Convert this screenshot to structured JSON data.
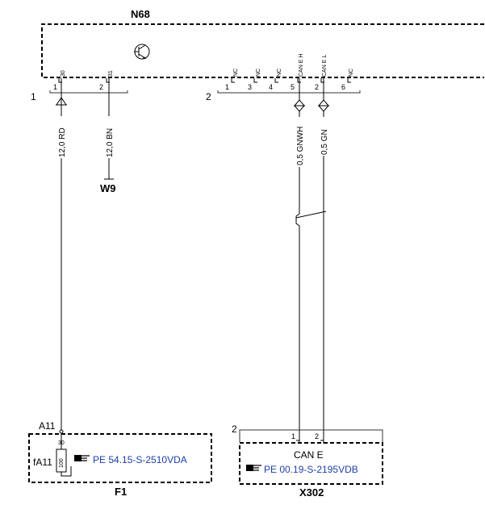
{
  "title": "N68",
  "connectors": {
    "c1": {
      "label": "1",
      "pins": [
        {
          "num": "1",
          "name": "30"
        },
        {
          "num": "2",
          "name": "31"
        }
      ]
    },
    "c2": {
      "label": "2",
      "pins": [
        {
          "num": "1",
          "name": "NC"
        },
        {
          "num": "3",
          "name": "NC"
        },
        {
          "num": "4",
          "name": "NC"
        },
        {
          "num": "5",
          "name": "CAN E H"
        },
        {
          "num": "2",
          "name": "CAN E L"
        },
        {
          "num": "6",
          "name": "NC"
        }
      ]
    }
  },
  "wires": {
    "w1": "12,0 RD",
    "w2": "12,0 BN",
    "w3": "0,5 GNWH",
    "w4": "0,5 GN"
  },
  "ground": "W9",
  "f1": {
    "label": "F1",
    "node": "A11",
    "fuse_name": "fA11",
    "fuse_value": "100",
    "pin": "30",
    "ref_icon": "hand-pointer-icon",
    "ref": "PE 54.15-S-2510VDA"
  },
  "x302": {
    "label": "X302",
    "connector_label": "2",
    "pins": [
      "1",
      "2"
    ],
    "name": "CAN E",
    "ref_icon": "hand-pointer-icon",
    "ref": "PE 00.19-S-2195VDB"
  }
}
